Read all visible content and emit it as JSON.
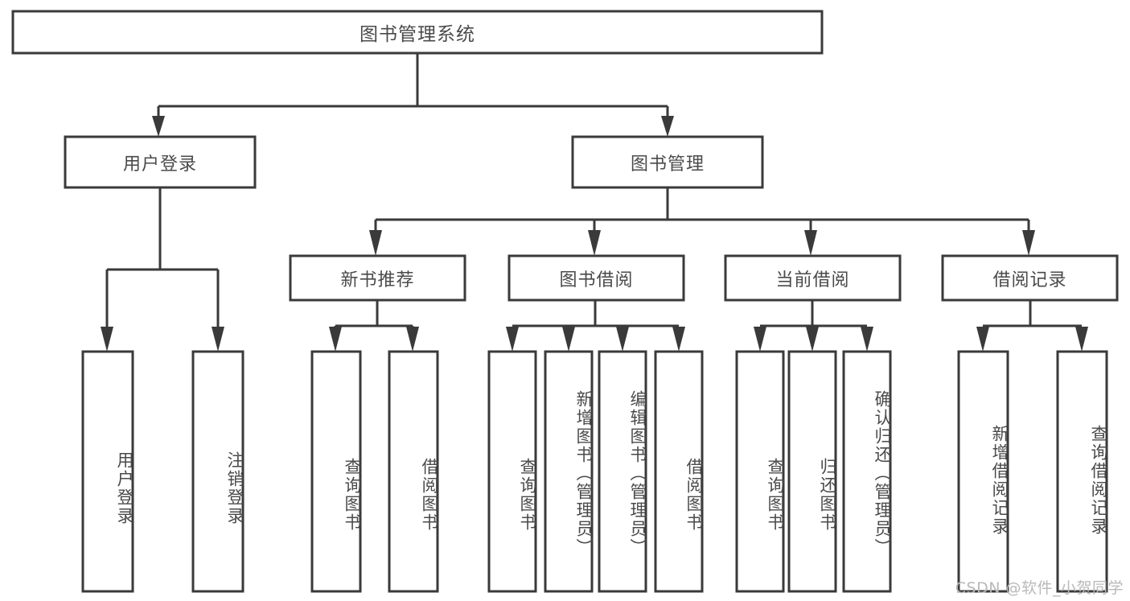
{
  "diagram": {
    "type": "tree-hierarchy",
    "title": "图书管理系统",
    "orientation": "top-down",
    "colors": {
      "box_stroke": "#3a3a3a",
      "box_fill": "#ffffff",
      "text": "#4a4a4a",
      "connector": "#3a3a3a",
      "background": "#ffffff",
      "watermark": "#b9b9b9"
    },
    "root": {
      "label": "图书管理系统"
    },
    "level2": [
      {
        "label": "用户登录"
      },
      {
        "label": "图书管理"
      }
    ],
    "level3": [
      {
        "label": "新书推荐"
      },
      {
        "label": "图书借阅"
      },
      {
        "label": "当前借阅"
      },
      {
        "label": "借阅记录"
      }
    ],
    "leaves": {
      "user_login": [
        {
          "label": "用户登录"
        },
        {
          "label": "注销登录"
        }
      ],
      "new_book_recommend": [
        {
          "label": "查询图书"
        },
        {
          "label": "借阅图书"
        }
      ],
      "book_borrow": [
        {
          "label": "查询图书"
        },
        {
          "label": "新增图书（管理员）"
        },
        {
          "label": "编辑图书（管理员）"
        },
        {
          "label": "借阅图书"
        }
      ],
      "current_borrow": [
        {
          "label": "查询图书"
        },
        {
          "label": "归还图书"
        },
        {
          "label": "确认归还（管理员）"
        }
      ],
      "borrow_record": [
        {
          "label": "新增借阅记录"
        },
        {
          "label": "查询借阅记录"
        }
      ]
    },
    "watermark": "CSDN @软件_小贺同学"
  }
}
